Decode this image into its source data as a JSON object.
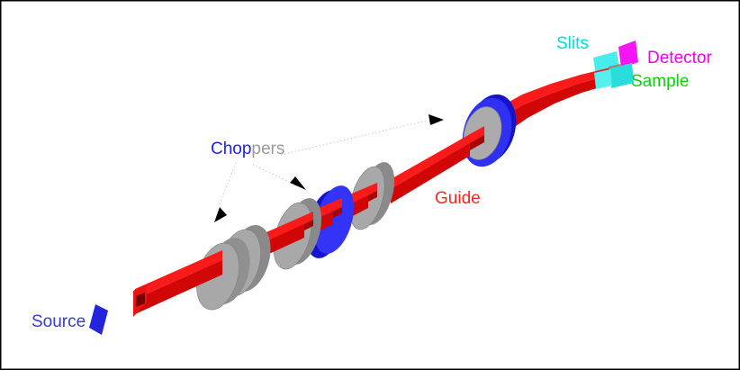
{
  "figure": {
    "description": "Schematic of a neutron time-of-flight instrument beamline",
    "background": "#ffffff",
    "border_color": "#000000",
    "labels": {
      "source": {
        "text": "Source",
        "color": "#3a3acc"
      },
      "choppers_prefix": {
        "text": "Chop",
        "color": "#2020f0"
      },
      "choppers_suffix": {
        "text": "pers",
        "color": "#9b9b9b"
      },
      "guide": {
        "text": "Guide",
        "color": "#fb2525"
      },
      "slits": {
        "text": "Slits",
        "color": "#00dcdc"
      },
      "detector": {
        "text": "Detector",
        "color": "#ee00ee"
      },
      "sample": {
        "text": "Sample",
        "color": "#0ad20a"
      }
    },
    "components": {
      "source": {
        "name": "source",
        "color": "#2424dd",
        "shape": "parallelogram"
      },
      "guide": {
        "name": "guide",
        "top_color": "#f91a1a",
        "side_color": "#d10606",
        "shape": "curved rectangular beam"
      },
      "choppers": {
        "name": "choppers",
        "disc_groups": 4,
        "gray_disc_color": "#a8a8a8",
        "blue_disc_color": "#3434f8"
      },
      "slits": {
        "name": "slits",
        "color": "#49ecec",
        "plate_count": 3
      },
      "sample": {
        "name": "sample",
        "color": "#8c8c68"
      },
      "detector": {
        "name": "detector",
        "color": "#f515f5"
      }
    },
    "annotations": {
      "pointer_lines": 3,
      "pointer_line_color": "#b5b5b5",
      "arrowhead_color": "#000000"
    }
  }
}
